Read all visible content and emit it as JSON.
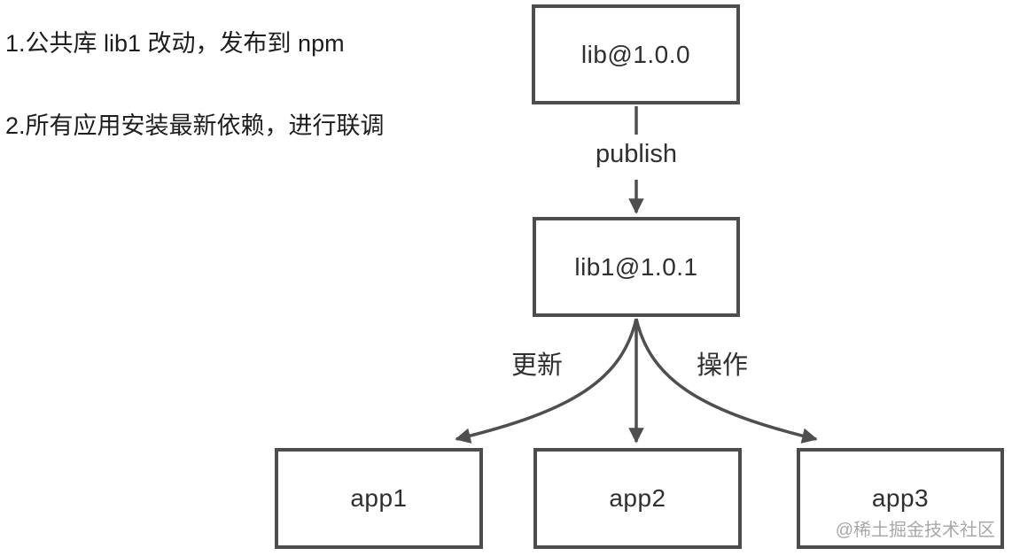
{
  "notes": {
    "line1": "1.公共库 lib1 改动，发布到 npm",
    "line2": "2.所有应用安装最新依赖，进行联调"
  },
  "nodes": {
    "lib_v100": "lib@1.0.0",
    "lib_v101": "lib1@1.0.1",
    "app1": "app1",
    "app2": "app2",
    "app3": "app3"
  },
  "edges": {
    "publish_label": "publish",
    "update_label": "更新",
    "operate_label": "操作"
  },
  "watermark": "@稀土掘金技术社区",
  "colors": {
    "line": "#4f4f4f",
    "box_border": "#4d4d4d",
    "text": "#2f2f2f",
    "watermark": "#a8a8a8",
    "background": "#ffffff"
  }
}
